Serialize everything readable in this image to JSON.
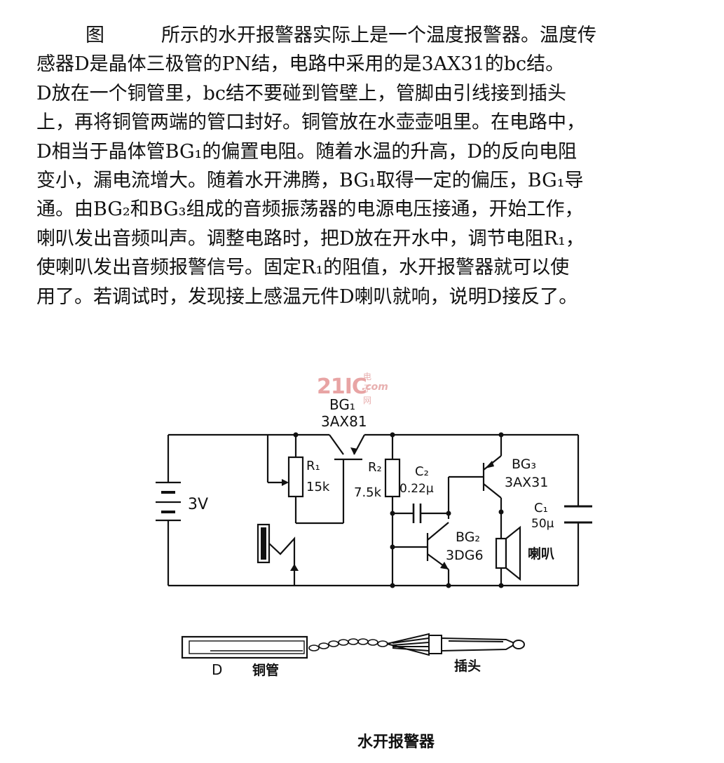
{
  "paragraph": {
    "lines": [
      "图　　　所示的水开报警器实际上是一个温度报警器。温度传",
      "感器D是晶体三极管的PN结，电路中采用的是3AX31的bc结。",
      "D放在一个铜管里，bc结不要碰到管壁上，管脚由引线接到插头",
      "上，再将铜管两端的管口封好。铜管放在水壶壶咀里。在电路中，",
      "D相当于晶体管BG₁的偏置电阻。随着水温的升高，D的反向电阻",
      "变小，漏电流增大。随着水开沸腾，BG₁取得一定的偏压，BG₁导",
      "通。由BG₂和BG₃组成的音频振荡器的电源电压接通，开始工作，",
      "喇叭发出音频叫声。调整电路时，把D放在开水中，调节电阻R₁，",
      "使喇叭发出音频报警信号。固定R₁的阻值，水开报警器就可以使",
      "用了。若调试时，发现接上感温元件D喇叭就响，说明D接反了。"
    ]
  },
  "watermark": {
    "main": "21IC",
    "small": "电子网",
    "com": ".com"
  },
  "circuit": {
    "bg1_name": "BG₁",
    "bg1_model": "3AX81",
    "r1_name": "R₁",
    "r1_value": "15k",
    "r2_name": "R₂",
    "r2_value": "7.5k",
    "c2_name": "C₂",
    "c2_value": "0.22μ",
    "bg3_name": "BG₃",
    "bg3_model": "3AX31",
    "c1_name": "C₁",
    "c1_value": "50μ",
    "battery_label": "3V",
    "bg2_name": "BG₂",
    "bg2_model": "3DG6",
    "speaker_label": "喇叭"
  },
  "probe": {
    "d_label": "D",
    "tube_label": "铜管",
    "plug_label": "插头"
  },
  "caption": "水开报警器"
}
